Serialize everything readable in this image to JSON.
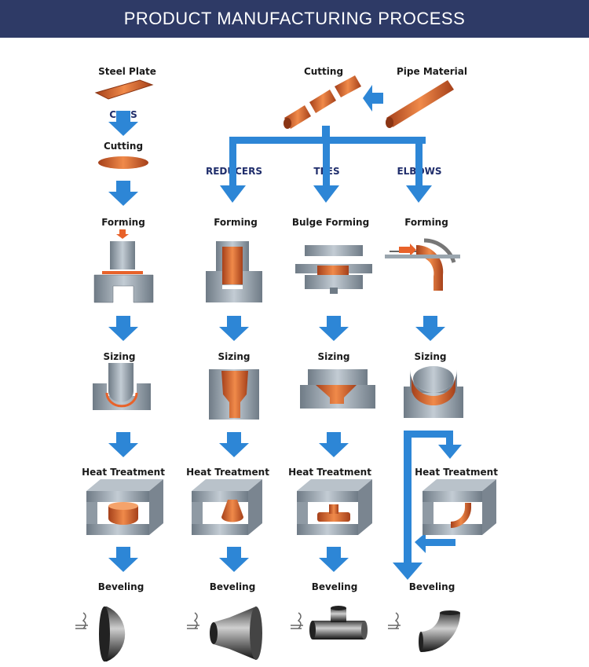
{
  "header": {
    "title": "PRODUCT MANUFACTURING PROCESS"
  },
  "top": {
    "steel_plate": "Steel Plate",
    "caps": "CAPS",
    "caps_cutting": "Cutting",
    "pipe_cutting": "Cutting",
    "pipe_material": "Pipe Material"
  },
  "categories": {
    "reducers": "REDUCERS",
    "tees": "TEES",
    "elbows": "ELBOWS"
  },
  "columns": {
    "caps": {
      "forming": "Forming",
      "sizing": "Sizing",
      "heat": "Heat Treatment",
      "beveling": "Beveling"
    },
    "reducers": {
      "forming": "Forming",
      "sizing": "Sizing",
      "heat": "Heat Treatment",
      "beveling": "Beveling"
    },
    "tees": {
      "forming": "Bulge Forming",
      "sizing": "Sizing",
      "heat": "Heat Treatment",
      "beveling": "Beveling"
    },
    "elbows": {
      "forming": "Forming",
      "sizing": "Sizing",
      "heat": "Heat Treatment",
      "beveling": "Beveling"
    }
  },
  "colors": {
    "header": "#2e3a66",
    "arrow": "#2d86d6",
    "copper": "#d9652a",
    "steel": "#8e9aa6"
  }
}
